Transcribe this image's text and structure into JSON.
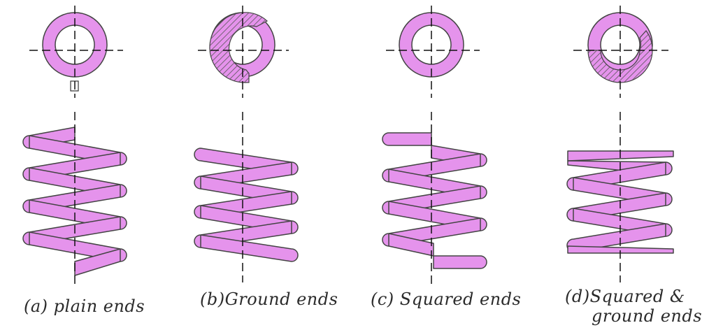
{
  "colors": {
    "coil": "#e593ec",
    "outline": "#444444",
    "centerline": "#111111",
    "hatch": "#555555"
  },
  "captions": {
    "a": "(a) plain ends",
    "b": "(b)Ground ends",
    "c": "(c) Squared ends",
    "d_line1": "(d)Squared &",
    "d_line2": "ground ends"
  }
}
